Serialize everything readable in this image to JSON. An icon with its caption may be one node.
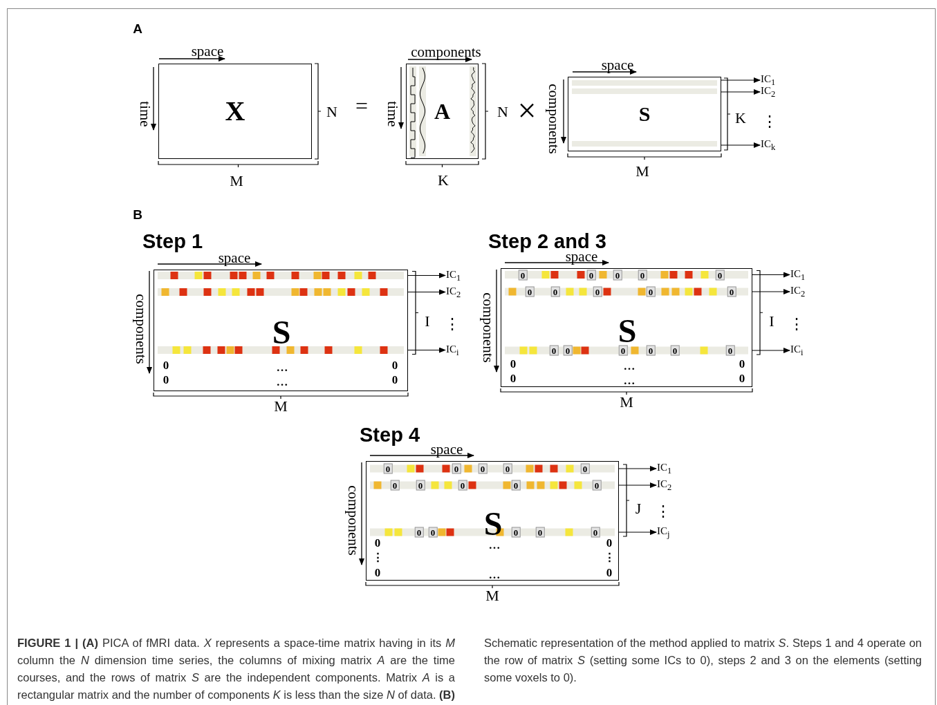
{
  "diagram": {
    "caption": "**FIGURE 1 | (A)** PICA of fMRI data. *X* represents a space-time matrix having in its *M* column the *N* dimension time series, the columns of mixing matrix *A* are the time courses, and the rows of matrix *S* are the independent components. Matrix *A* is a rectangular matrix and the number of components *K* is less than the size *N* of data. **(B)** Schematic representation of the method applied to matrix *S*. Steps 1 and 4 operate on the row of matrix *S* (setting some ICs to 0), steps 2 and 3 on the elements (setting some voxels to 0).",
    "nodes": [
      {
        "text": [
          "X"
        ]
      },
      {
        "text": [
          "A"
        ]
      },
      {
        "text": [
          "S"
        ]
      },
      {
        "text": [
          "IC$_{1}$"
        ]
      },
      {
        "text": [
          "IC$_{2}$"
        ]
      },
      {
        "text": [
          "IC$_{k}$"
        ]
      },
      {
        "text": [
          "Step 1",
          "S"
        ]
      },
      {
        "text": [
          "IC$_{1}$"
        ]
      },
      {
        "text": [
          "IC$_{2}$"
        ]
      },
      {
        "text": [
          "IC$_{i}$"
        ]
      },
      {
        "text": [
          "Step 2 and 3",
          "S"
        ]
      },
      {
        "text": [
          "IC$_{1}$"
        ]
      },
      {
        "text": [
          "IC$_{2}$"
        ]
      },
      {
        "text": [
          "IC$_{i}$"
        ]
      },
      {
        "text": [
          "Step 4",
          "S"
        ]
      },
      {
        "text": [
          "IC$_{1}$"
        ]
      },
      {
        "text": [
          "IC$_{2}$"
        ]
      },
      {
        "text": [
          "IC$_{j}$"
        ]
      }
    ],
    "edges": [
      {
        "from": 2,
        "to": 3,
        "arrow": "to"
      },
      {
        "from": 2,
        "to": 4,
        "arrow": "to"
      },
      {
        "from": 2,
        "to": 5,
        "arrow": "to"
      },
      {
        "from": 6,
        "to": 7,
        "arrow": "to"
      },
      {
        "from": 6,
        "to": 8,
        "arrow": "to"
      },
      {
        "from": 6,
        "to": 9,
        "arrow": "to"
      },
      {
        "from": 10,
        "to": 11,
        "arrow": "to"
      },
      {
        "from": 10,
        "to": 12,
        "arrow": "to"
      },
      {
        "from": 10,
        "to": 13,
        "arrow": "to"
      },
      {
        "from": 14,
        "to": 15,
        "arrow": "to"
      },
      {
        "from": 14,
        "to": 16,
        "arrow": "to"
      },
      {
        "from": 14,
        "to": 17,
        "arrow": "to"
      }
    ],
    "labels": [
      "A",
      "space",
      "time",
      "N",
      "M",
      "=",
      "components",
      "time",
      "N",
      "K",
      "×",
      "space",
      "components",
      "K",
      "⋮",
      "M",
      "B",
      "space",
      "components",
      "I",
      "⋮",
      "0",
      "…",
      "0",
      "0",
      "…",
      "0",
      "M",
      "space",
      "components",
      "I",
      "⋮",
      "0",
      "0",
      "0",
      "0",
      "0",
      "0",
      "0",
      "0",
      "0",
      "0",
      "0",
      "0",
      "0",
      "0",
      "0",
      "0",
      "0",
      "…",
      "0",
      "0",
      "…",
      "0",
      "M",
      "space",
      "components",
      "J",
      "⋮",
      "0",
      "0",
      "0",
      "0",
      "0",
      "0",
      "0",
      "0",
      "0",
      "0",
      "0",
      "0",
      "0",
      "0",
      "0",
      "0",
      "…",
      "0",
      "⋮",
      "⋮",
      "0",
      "…",
      "0",
      "M"
    ]
  }
}
